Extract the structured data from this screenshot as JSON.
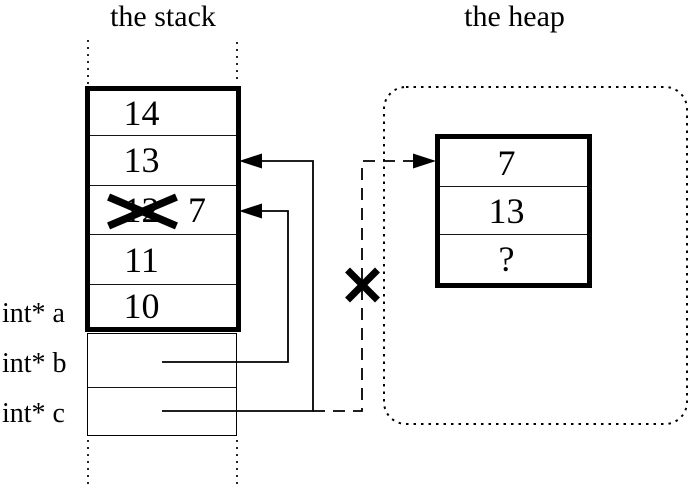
{
  "titles": {
    "stack": "the stack",
    "heap": "the heap"
  },
  "stack": {
    "cells": [
      "14",
      "13",
      "12",
      "11",
      "10"
    ],
    "overwrite_value": "7"
  },
  "pointers": {
    "a_label": "int* a",
    "b_label": "int* b",
    "c_label": "int* c"
  },
  "heap": {
    "cells": [
      "7",
      "13",
      "?"
    ]
  },
  "colors": {
    "ink": "#000000",
    "paper": "#ffffff"
  }
}
